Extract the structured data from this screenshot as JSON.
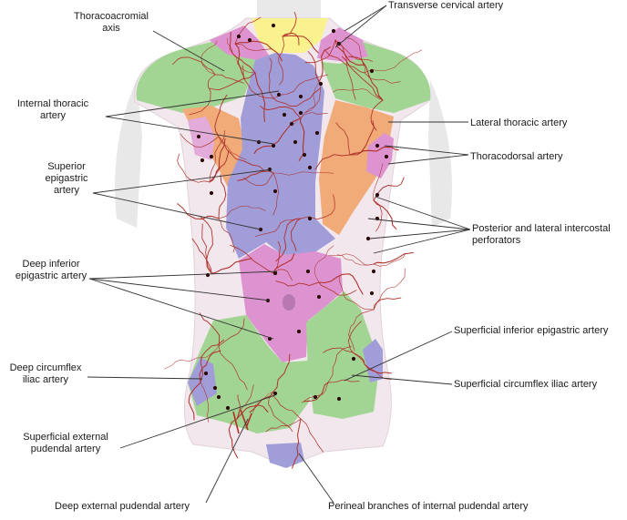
{
  "labels": {
    "thoracoacromial": "Thoracoacromial\naxis",
    "transverse_cervical": "Transverse cervical artery",
    "internal_thoracic": "Internal thoracic\nartery",
    "lateral_thoracic": "Lateral thoracic artery",
    "thoracodorsal": "Thoracodorsal artery",
    "superior_epigastric": "Superior\nepigastric\nartery",
    "intercostal": "Posterior and lateral intercostal\nperforators",
    "deep_inferior_epigastric": "Deep inferior\nepigastric artery",
    "superficial_inferior_epigastric": "Superficial inferior epigastric artery",
    "deep_circumflex_iliac": "Deep circumflex\niliac artery",
    "superficial_circumflex_iliac": "Superficial circumflex iliac artery",
    "superficial_external_pudendal": "Superficial external\npudendal artery",
    "deep_external_pudendal": "Deep external pudendal artery",
    "perineal_branches": "Perineal branches of internal pudendal artery"
  },
  "colors": {
    "skin": "#f1e7ec",
    "skin_edge": "#e6d8df",
    "green": "#9ed58f",
    "pink": "#dc8fce",
    "blue": "#9c9ad8",
    "orange": "#f2a872",
    "yellow": "#fbf38a",
    "vessel": "#b0302a",
    "dot": "#2a0a0a",
    "leader": "#333333"
  }
}
